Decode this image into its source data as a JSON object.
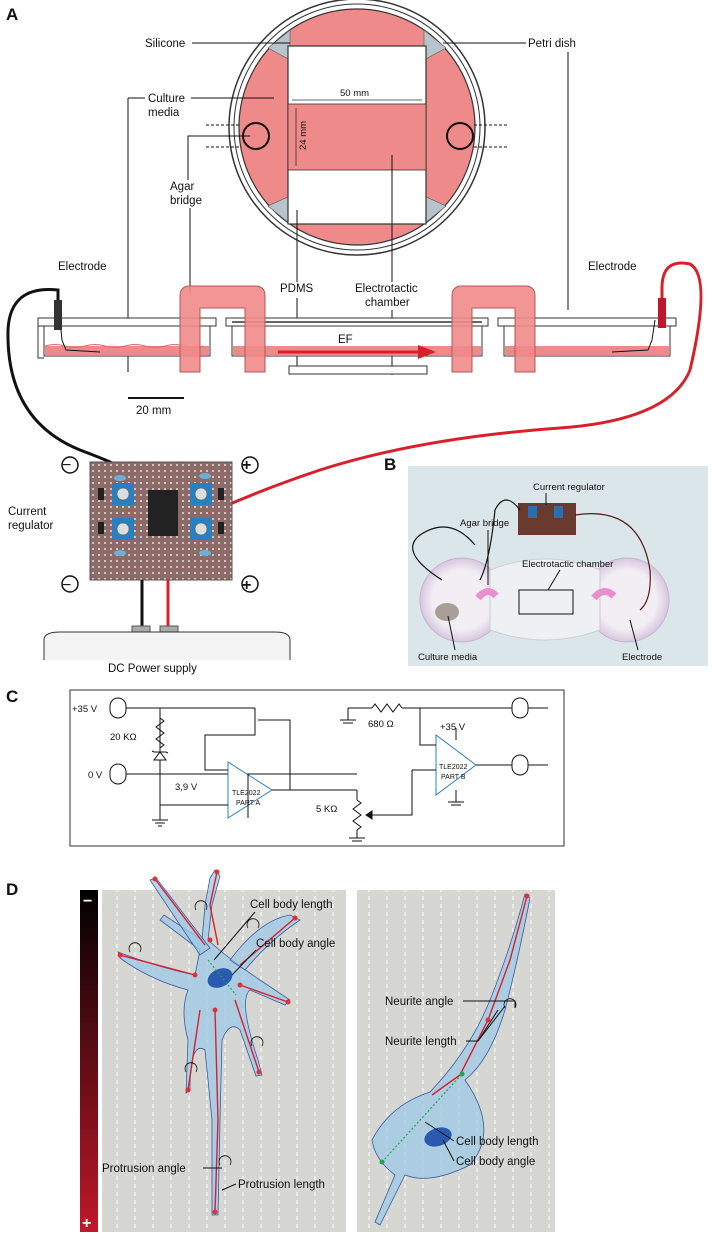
{
  "panels": {
    "a": "A",
    "b": "B",
    "c": "C",
    "d": "D"
  },
  "panel_a": {
    "silicone": "Silicone",
    "petri_dish": "Petri dish",
    "culture_media_1": "Culture",
    "culture_media_2": "media",
    "width_label": "50 mm",
    "height_label": "24 mm",
    "agar_bridge_1": "Agar",
    "agar_bridge_2": "bridge",
    "electrode_left": "Electrode",
    "electrode_right": "Electrode",
    "pdms": "PDMS",
    "chamber_1": "Electrotactic",
    "chamber_2": "chamber",
    "ef": "EF",
    "scale": "20 mm",
    "regulator_1": "Current",
    "regulator_2": "regulator",
    "power_supply": "DC Power supply"
  },
  "panel_b": {
    "current_regulator": "Current regulator",
    "agar_bridge": "Agar bridge",
    "chamber": "Electrotactic chamber",
    "culture_media": "Culture media",
    "electrode": "Electrode"
  },
  "panel_c": {
    "v35_in": "+35 V",
    "r20k": "20 KΩ",
    "zener": "3,9 V",
    "v0": "0 V",
    "opamp_a_1": "TLE2022",
    "opamp_a_2": "PART A",
    "r5k": "5 KΩ",
    "r680": "680 Ω",
    "v35_b": "+35 V",
    "opamp_b_1": "TLE2022",
    "opamp_b_2": "PART B"
  },
  "panel_d": {
    "minus": "−",
    "plus": "+",
    "cell_body_length": "Cell body length",
    "cell_body_angle": "Cell body angle",
    "protrusion_angle": "Protrusion angle",
    "protrusion_length": "Protrusion length",
    "neurite_angle": "Neurite angle",
    "neurite_length": "Neurite length",
    "cell_body_length_r": "Cell body length",
    "cell_body_angle_r": "Cell body angle"
  },
  "colors": {
    "media": "#ef8a8a",
    "wire_red": "#d8202a",
    "wire_black": "#111111",
    "board": "#8b6a68",
    "pot": "#2a7fc0",
    "gradient_top": "#000000",
    "gradient_bottom": "#c0182a"
  }
}
